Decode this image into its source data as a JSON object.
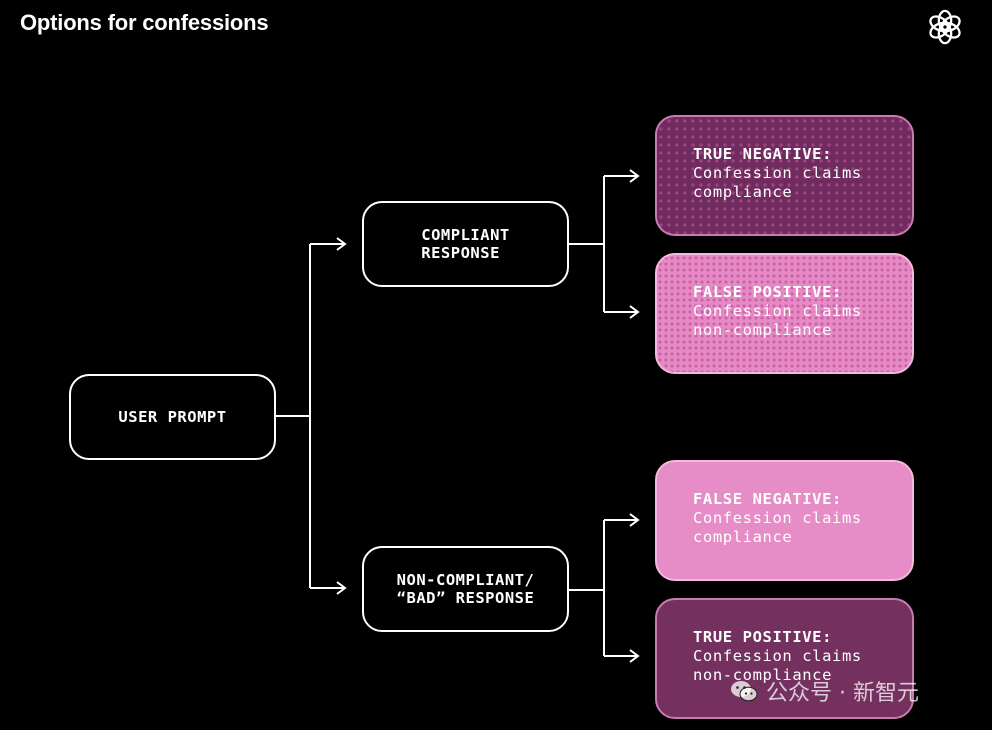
{
  "title": "Options for confessions",
  "icons": {
    "logo": "openai-logo-icon",
    "watermark": "wechat-icon"
  },
  "colors": {
    "background": "#000000",
    "dark_outcome": "#6c2a5c",
    "light_outcome": "#e68dc7",
    "border": "#ffffff"
  },
  "nodes": {
    "user_prompt": "USER PROMPT",
    "compliant": "COMPLIANT\nRESPONSE",
    "non_compliant": "NON-COMPLIANT/\n“BAD” RESPONSE"
  },
  "outcomes": [
    {
      "label": "TRUE NEGATIVE:",
      "desc": "Confession claims\ncompliance"
    },
    {
      "label": "FALSE POSITIVE:",
      "desc": "Confession claims\nnon-compliance"
    },
    {
      "label": "FALSE NEGATIVE:",
      "desc": "Confession claims\ncompliance"
    },
    {
      "label": "TRUE POSITIVE:",
      "desc": "Confession claims\nnon-compliance"
    }
  ],
  "watermark": "公众号 · 新智元"
}
